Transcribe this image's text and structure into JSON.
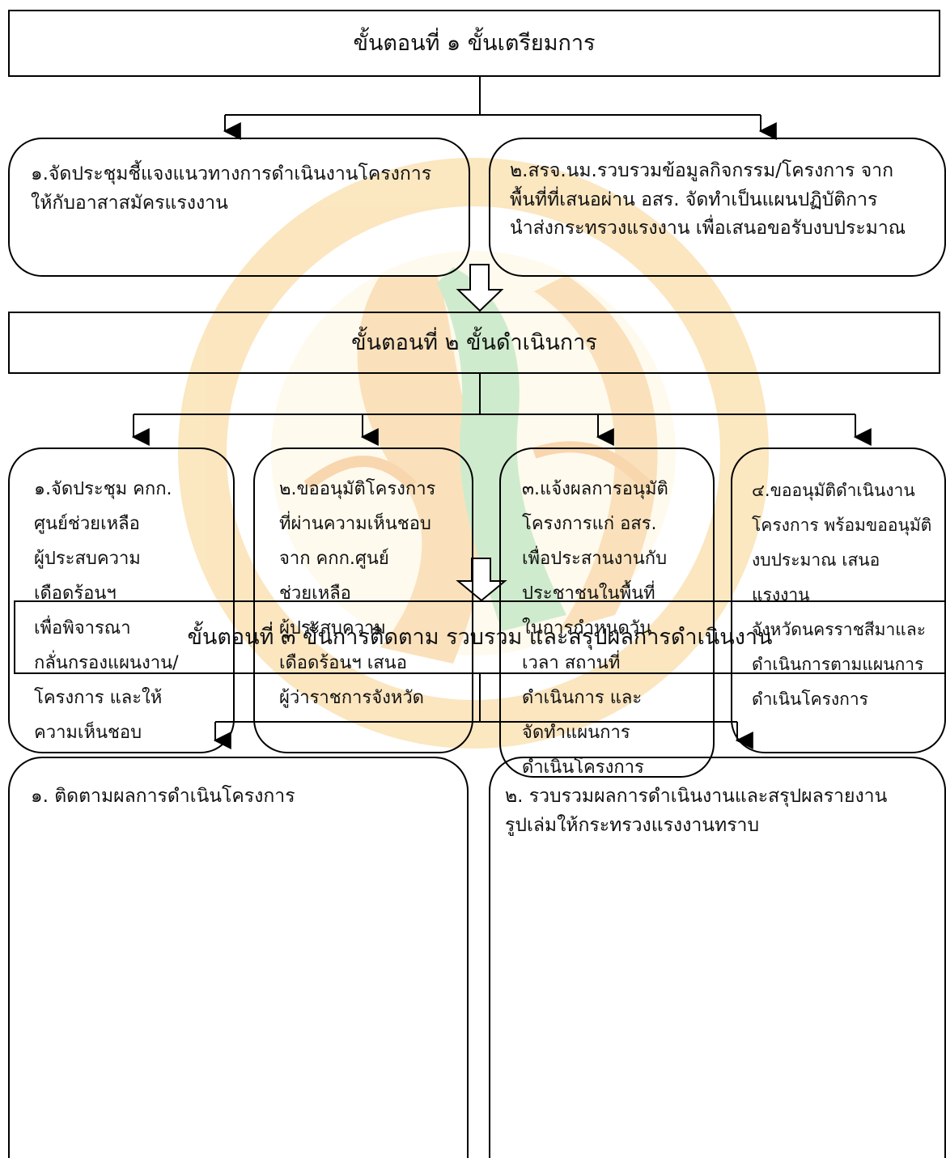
{
  "step1": {
    "title": "ขั้นตอนที่ ๑ ขั้นเตรียมการ",
    "item1": [
      "๑.จัดประชุมชี้แจงแนวทางการดำเนินงานโครงการ",
      "ให้กับอาสาสมัครแรงงาน"
    ],
    "item2": [
      "๒.สรจ.นม.รวบรวมข้อมูลกิจกรรม/โครงการ จาก",
      "พื้นที่ที่เสนอผ่าน อสร. จัดทำเป็นแผนปฏิบัติการ",
      "นำส่งกระทรวงแรงงาน เพื่อเสนอขอรับงบประมาณ"
    ]
  },
  "step2": {
    "title": "ขั้นตอนที่ ๒  ขั้นดำเนินการ",
    "item1": [
      "๑.จัดประชุม คกก.",
      "ศูนย์ช่วยเหลือ",
      "ผู้ประสบความ",
      "เดือดร้อนฯ",
      "เพื่อพิจารณา",
      "กลั่นกรองแผนงาน/",
      "โครงการ และให้",
      "ความเห็นชอบ"
    ],
    "item2": [
      "๒.ขออนุมัติโครงการ",
      "ที่ผ่านความเห็นชอบ",
      "จาก คกก.ศูนย์",
      "ช่วยเหลือ",
      "ผู้ประสบความ",
      "เดือดร้อนฯ เสนอ",
      "ผู้ว่าราชการจังหวัด"
    ],
    "item3": [
      "๓.แจ้งผลการอนุมัติ",
      "โครงการแก่ อสร.",
      "เพื่อประสานงานกับ",
      "ประชาชนในพื้นที่",
      "ในการกำหนดวัน",
      "เวลา สถานที่",
      "ดำเนินการ และ",
      "จัดทำแผนการ",
      "ดำเนินโครงการ"
    ],
    "item4": [
      "๔.ขออนุมัติดำเนินงาน",
      "โครงการ พร้อมขออนุมัติ",
      "งบประมาณ เสนอแรงงาน",
      "จังหวัดนครราชสีมาและ",
      "ดำเนินการตามแผนการ",
      "ดำเนินโครงการ"
    ]
  },
  "step3": {
    "title": "ขั้นตอนที่ ๓ ขั้นการติดตาม รวบรวม และสรุปผลการดำเนินงาน",
    "item1": [
      "๑. ติดตามผลการดำเนินโครงการ"
    ],
    "item2": [
      "๒. รวบรวมผลการดำเนินงานและสรุปผลรายงาน",
      "รูปเล่มให้กระทรวงแรงงานทราบ"
    ]
  },
  "colors": {
    "watermark_gold": "#f6c56a",
    "watermark_green": "#a9d9a4",
    "line": "#000000"
  }
}
